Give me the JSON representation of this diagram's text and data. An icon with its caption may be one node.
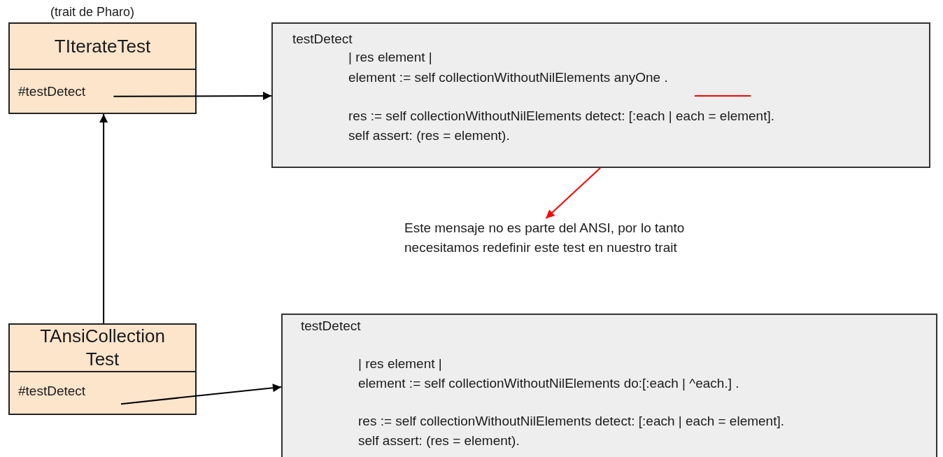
{
  "diagram": {
    "nodes": [
      {
        "text": [
          "TIterateTest"
        ],
        "beside": [
          "(trait de Pharo)"
        ]
      },
      {
        "text": [
          "#testDetect"
        ],
        "in": 0
      },
      {
        "text": [
          "testDetect",
          "| res element |",
          "element := self collectionWithoutNilElements anyOne .",
          "res := self collectionWithoutNilElements detect: [:each | each = element].",
          "self assert: (res = element)."
        ]
      },
      {
        "text": [
          "Este mensaje no es parte del ANSI, por lo tanto necesitamos redefinir este test en nuestro trait"
        ]
      },
      {
        "text": [
          "TAnsiCollection Test"
        ]
      },
      {
        "text": [
          "#testDetect"
        ],
        "in": 4
      },
      {
        "text": [
          "testDetect",
          "| res element |",
          "element := self collectionWithoutNilElements do:[:each | ^each.] .",
          "res := self collectionWithoutNilElements detect: [:each | each = element].",
          "self assert: (res = element)."
        ]
      }
    ],
    "edges": [
      {
        "from": 1,
        "to": 2,
        "arrow": "to"
      },
      {
        "from": 4,
        "to": 0,
        "arrow": "to"
      },
      {
        "from": 5,
        "to": 6,
        "arrow": "to"
      },
      {
        "from": 2,
        "to": 3,
        "arrow": "to",
        "color": "#ff0000"
      }
    ]
  }
}
